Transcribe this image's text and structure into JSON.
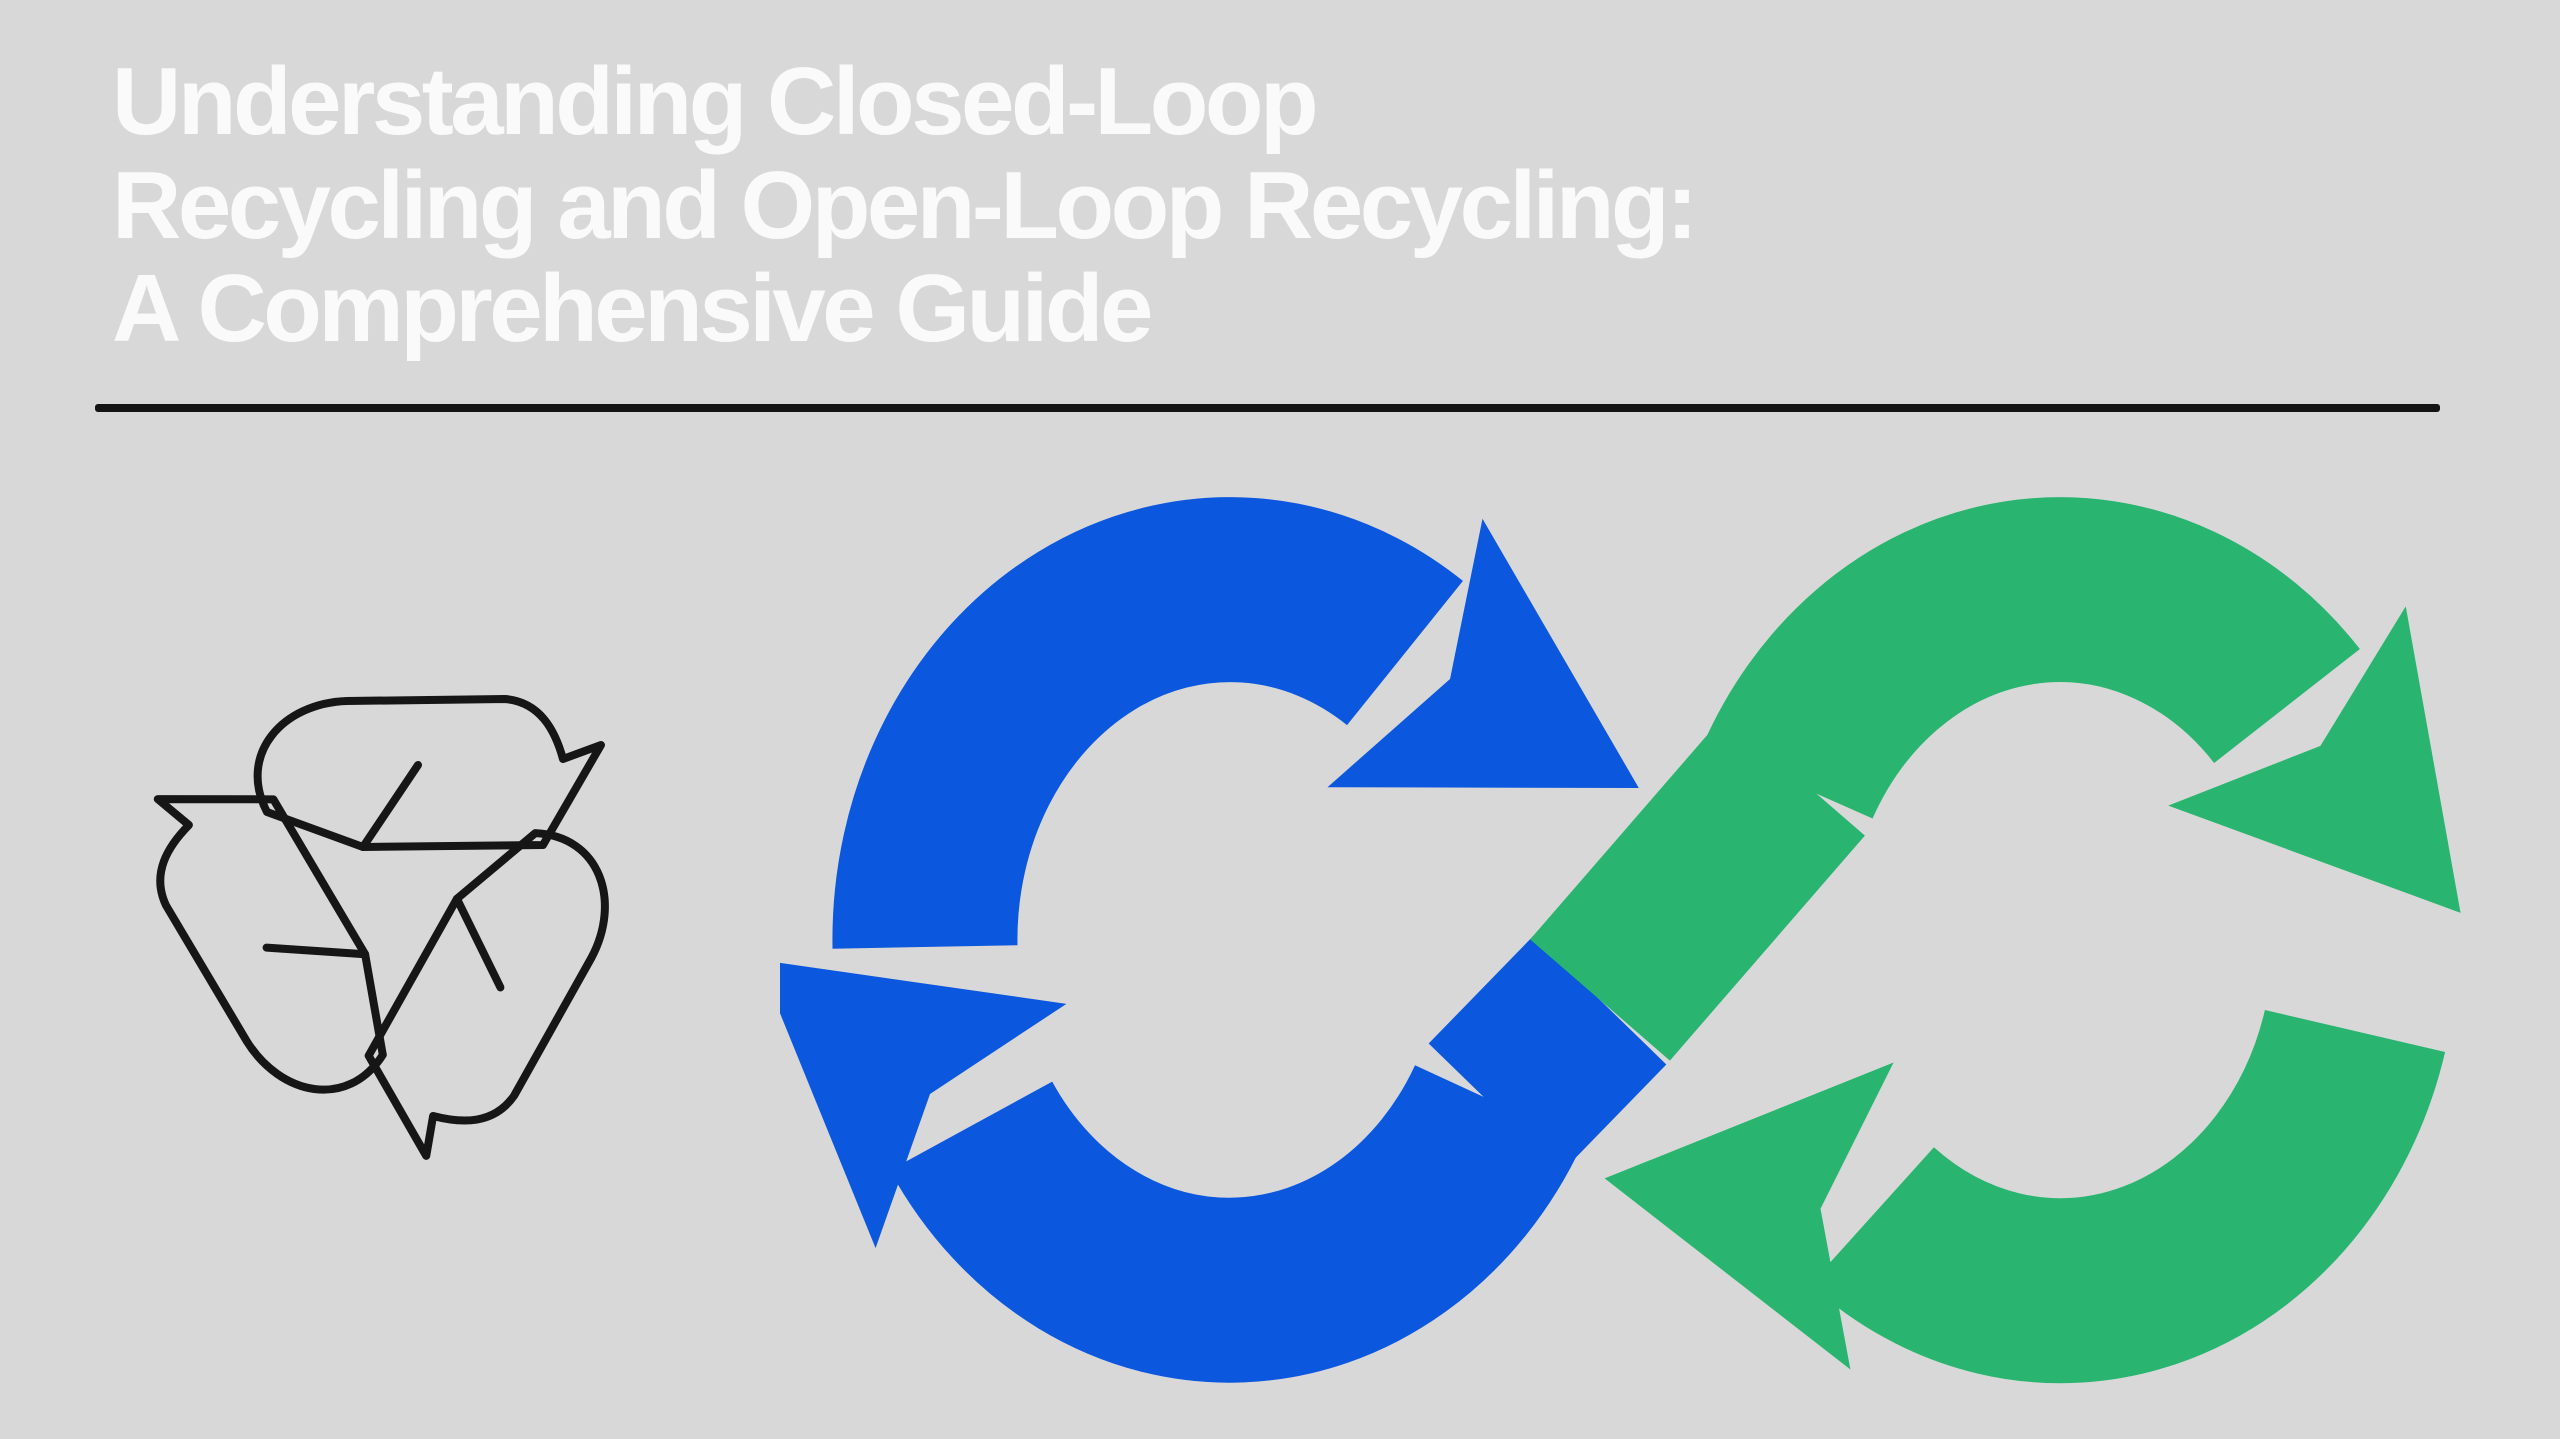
{
  "banner": {
    "title": {
      "line1": "Understanding Closed-Loop",
      "line2": "Recycling and Open-Loop Recycling:",
      "line3": "A Comprehensive Guide"
    }
  },
  "colors": {
    "background": "#d8d8d9",
    "title_text": "#fafafa",
    "divider": "#141414",
    "outline_symbol": "#161616",
    "closed_loop_blue": "#0b57dd",
    "open_loop_green": "#29b570"
  },
  "icons": {
    "recycling_outline": "recycling-triangle-outline-icon",
    "closed_loop": "closed-loop-circular-arrows-icon",
    "open_loop": "open-loop-circular-arrows-icon",
    "infinity": "interlocking-infinity-loops-illustration"
  }
}
